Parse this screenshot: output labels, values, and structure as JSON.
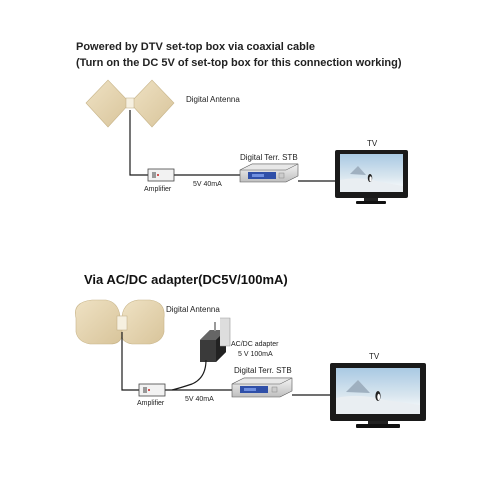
{
  "section1": {
    "title_line1": "Powered by DTV set-top box via coaxial cable",
    "title_line2": "(Turn on the DC 5V of set-top box for this connection working)",
    "antenna_label": "Digital Antenna",
    "amplifier_label": "Amplifier",
    "power_label": "5V 40mA",
    "stb_label": "Digital Terr. STB",
    "tv_label": "TV"
  },
  "section2": {
    "title": "Via AC/DC adapter(DC5V/100mA)",
    "antenna_label": "Digital Antenna",
    "adapter_label_line1": "AC/DC adapter",
    "adapter_label_line2": "5 V  100mA",
    "amplifier_label": "Amplifier",
    "power_label": "5V 40mA",
    "stb_label": "Digital Terr. STB",
    "tv_label": "TV"
  },
  "colors": {
    "antenna": "#e6d5b0",
    "cable": "#1a1a1a",
    "stb_display": "#2f4fa8",
    "tv_frame": "#1a1a1a",
    "tv_sky": "#8fb8d8"
  }
}
